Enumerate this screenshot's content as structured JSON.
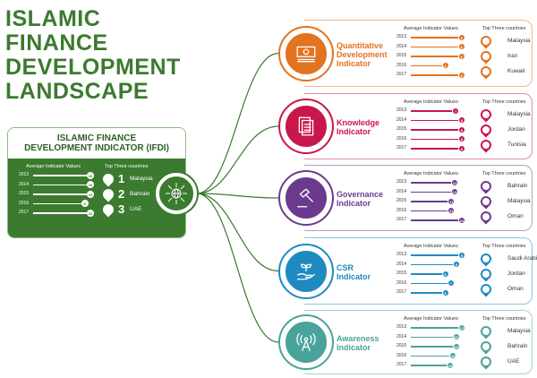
{
  "title": [
    "ISLAMIC",
    "FINANCE",
    "DEVELOPMENT",
    "LANDSCAPE"
  ],
  "ifdi": {
    "title_line1": "ISLAMIC FINANCE",
    "title_line2": "DEVELOPMENT INDICATOR (IFDI)",
    "color": "#3b7a2f",
    "values_header": "Average Indicator Values",
    "countries_header": "Top Three countries",
    "years": [
      "2013",
      "2014",
      "2015",
      "2016",
      "2017"
    ],
    "values": [
      10,
      10,
      10,
      9,
      10
    ],
    "countries": [
      {
        "rank": "1",
        "name": "Malaysia"
      },
      {
        "rank": "2",
        "name": "Bahrain"
      },
      {
        "rank": "3",
        "name": "UAE"
      }
    ],
    "icon": "globe-network-icon"
  },
  "indicators": [
    {
      "label": [
        "Quantitative",
        "Development",
        "Indicator"
      ],
      "color": "#e2731f",
      "icon": "banknote-icon",
      "values_header": "Average Indicator Values",
      "countries_header": "Top Three countries",
      "years": [
        "2013",
        "2014",
        "2015",
        "2016",
        "2017"
      ],
      "values": [
        6,
        6,
        6,
        4,
        6
      ],
      "countries": [
        {
          "rank": "1",
          "name": "Malaysia"
        },
        {
          "rank": "2",
          "name": "Iran"
        },
        {
          "rank": "3",
          "name": "Kuwait"
        }
      ]
    },
    {
      "label": [
        "Knowledge",
        "Indicator"
      ],
      "color": "#c8174a",
      "icon": "documents-icon",
      "values_header": "Average Indicator Values",
      "countries_header": "Top Three countries",
      "years": [
        "2013",
        "2014",
        "2015",
        "2016",
        "2017"
      ],
      "values": [
        7,
        8,
        8,
        8,
        8
      ],
      "countries": [
        {
          "rank": "1",
          "name": "Malaysia"
        },
        {
          "rank": "2",
          "name": "Jordan"
        },
        {
          "rank": "3",
          "name": "Tunisia"
        }
      ]
    },
    {
      "label": [
        "Governance",
        "Indicator"
      ],
      "color": "#6b3a8f",
      "icon": "gavel-icon",
      "values_header": "Average Indicator Values",
      "countries_header": "Top Three countries",
      "years": [
        "2013",
        "2014",
        "2015",
        "2016",
        "2017"
      ],
      "values": [
        12,
        12,
        11,
        11,
        14
      ],
      "countries": [
        {
          "rank": "1",
          "name": "Bahrain"
        },
        {
          "rank": "2",
          "name": "Malaysia"
        },
        {
          "rank": "3",
          "name": "Oman"
        }
      ]
    },
    {
      "label": [
        "CSR",
        "Indicator"
      ],
      "color": "#1f8ac0",
      "icon": "hand-plant-icon",
      "values_header": "Average Indicator Values",
      "countries_header": "Top Three countries",
      "years": [
        "2013",
        "2014",
        "2015",
        "2016",
        "2017"
      ],
      "values": [
        9,
        8,
        6,
        7,
        6
      ],
      "countries": [
        {
          "rank": "1",
          "name": "Saudi Arabia"
        },
        {
          "rank": "2",
          "name": "Jordan"
        },
        {
          "rank": "3",
          "name": "Oman"
        }
      ]
    },
    {
      "label": [
        "Awareness",
        "Indicator"
      ],
      "color": "#4aa39a",
      "icon": "broadcast-tower-icon",
      "values_header": "Average Indicator Values",
      "countries_header": "Top Three countries",
      "years": [
        "2013",
        "2014",
        "2015",
        "2016",
        "2017"
      ],
      "values": [
        17,
        15,
        15,
        14,
        13
      ],
      "countries": [
        {
          "rank": "1",
          "name": "Malaysia"
        },
        {
          "rank": "2",
          "name": "Bahrain"
        },
        {
          "rank": "3",
          "name": "UAE"
        }
      ]
    }
  ]
}
